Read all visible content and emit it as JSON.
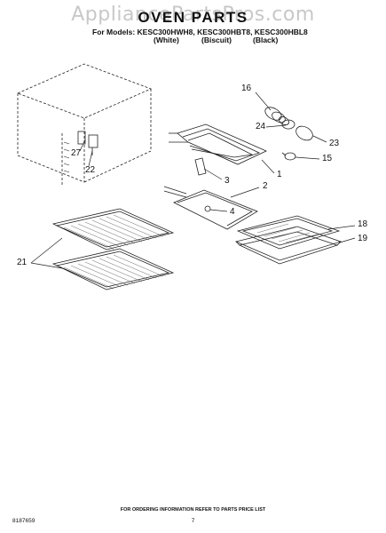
{
  "watermark": "AppliancePartsPros.com",
  "title": "OVEN PARTS",
  "models_line": "For Models: KESC300HWH8, KESC300HBT8, KESC300HBL8",
  "variants": [
    "(White)",
    "(Biscuit)",
    "(Black)"
  ],
  "callouts": {
    "c16": "16",
    "c24": "24",
    "c23": "23",
    "c15": "15",
    "c1": "1",
    "c3": "3",
    "c2": "2",
    "c4": "4",
    "c27": "27",
    "c22": "22",
    "c18": "18",
    "c19": "19",
    "c21": "21"
  },
  "footer": {
    "doc_number": "8187659",
    "ordering_note": "FOR ORDERING INFORMATION REFER TO PARTS PRICE LIST",
    "page_number": "7"
  }
}
